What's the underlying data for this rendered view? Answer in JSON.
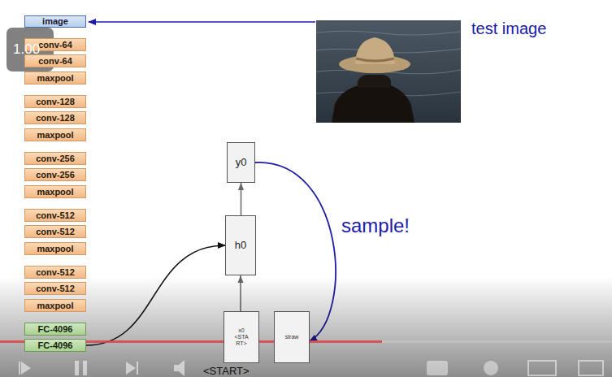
{
  "diagram": {
    "nodes": [
      {
        "text": [
          "image"
        ]
      },
      {
        "text": [
          "conv-64"
        ]
      },
      {
        "text": [
          "conv-64"
        ]
      },
      {
        "text": [
          "maxpool"
        ]
      },
      {
        "text": [
          "conv-128"
        ]
      },
      {
        "text": [
          "conv-128"
        ]
      },
      {
        "text": [
          "maxpool"
        ]
      },
      {
        "text": [
          "conv-256"
        ]
      },
      {
        "text": [
          "conv-256"
        ]
      },
      {
        "text": [
          "maxpool"
        ]
      },
      {
        "text": [
          "conv-512"
        ]
      },
      {
        "text": [
          "conv-512"
        ]
      },
      {
        "text": [
          "maxpool"
        ]
      },
      {
        "text": [
          "conv-512"
        ]
      },
      {
        "text": [
          "conv-512"
        ]
      },
      {
        "text": [
          "maxpool"
        ]
      },
      {
        "text": [
          "FC-4096"
        ]
      },
      {
        "text": [
          "FC-4096"
        ]
      },
      {
        "text": [
          "y0"
        ]
      },
      {
        "text": [
          "h0"
        ]
      },
      {
        "text": [
          "x0 <STA RT>"
        ]
      },
      {
        "text": [
          "straw"
        ]
      }
    ],
    "edges": [
      {
        "from": 17,
        "to": 19,
        "arrow": "to"
      },
      {
        "from": 20,
        "to": 19,
        "arrow": "to"
      },
      {
        "from": 19,
        "to": 18,
        "arrow": "to"
      },
      {
        "from": 18,
        "to": 21,
        "label": "sample!",
        "arrow": "to"
      }
    ],
    "labels": [
      "test image",
      "1.00",
      "<START>"
    ]
  }
}
